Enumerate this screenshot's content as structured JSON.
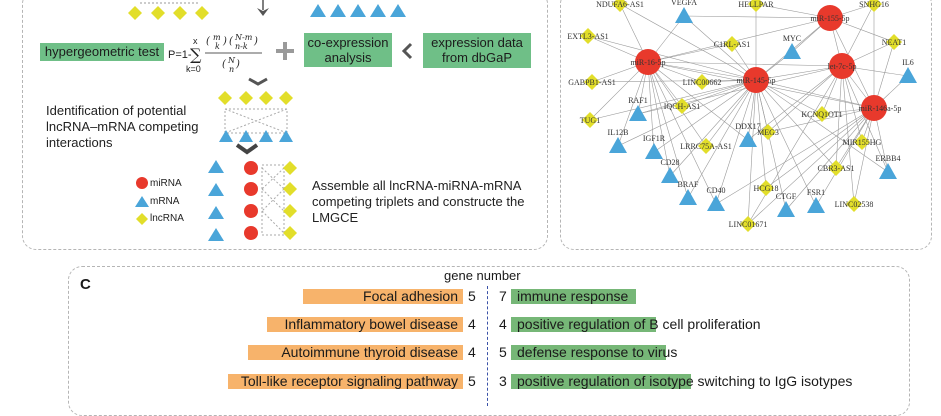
{
  "panel_a": {
    "hyper_test_label": "hypergeometric test",
    "formula_prefix": "P=1-",
    "formula_sum_top": "x",
    "formula_sum_bottom": "k=0",
    "formula_terms": "(m k)(N-m n-k) / (N n)",
    "coexpression_label": "co-expression analysis",
    "expression_label": "expression data from dbGaP",
    "identification_text": "Identification of potential lncRNA–mRNA competing interactions",
    "assemble_text": "Assemble all lncRNA-miRNA-mRNA competing triplets and constructe the LMGCE",
    "legend": {
      "mirna": "miRNA",
      "mrna": "mRNA",
      "lncrna": "lncRNA"
    },
    "colors": {
      "mirna": "#e8392c",
      "mrna": "#4aa5d9",
      "lncrna": "#e2de2a",
      "green_box": "#6fbf87"
    }
  },
  "panel_b": {
    "nodes": {
      "mirna": [
        "miR-16-5p",
        "miR-145-5p",
        "miR-155-5p",
        "let-7c-5p",
        "miR-146a-5p"
      ],
      "mrna": [
        "VEGFA",
        "MYC",
        "IL6",
        "RAF1",
        "IL12B",
        "IGF1R",
        "DDX17",
        "CD28",
        "BRAF",
        "CD40",
        "CTGF",
        "FSR1",
        "ERBB4"
      ],
      "lncrna": [
        "NDUFA6-AS1",
        "HELLPAR",
        "SNHG16",
        "EXTL3-AS1",
        "C1RL-AS1",
        "NEAT1",
        "GABPB1-AS1",
        "LINC00662",
        "KCNQ1OT1",
        "IQCH-AS1",
        "TUG1",
        "MEG3",
        "LRRC75A-AS1",
        "MIR155HG",
        "CBR3-AS1",
        "HCG18",
        "LINC02538",
        "LINC01671"
      ]
    }
  },
  "panel_c": {
    "panel_letter": "C",
    "header": "gene number",
    "left_rows": [
      {
        "term": "Focal adhesion",
        "count": "5"
      },
      {
        "term": "Inflammatory bowel disease",
        "count": "4"
      },
      {
        "term": "Autoimmune thyroid disease",
        "count": "4"
      },
      {
        "term": "Toll-like receptor signaling pathway",
        "count": "5"
      }
    ],
    "right_rows": [
      {
        "term": "immune response",
        "count": "7"
      },
      {
        "term": "positive regulation of B cell proliferation",
        "count": "4"
      },
      {
        "term": "defense response to virus",
        "count": "5"
      },
      {
        "term": "positive regulation of isotype switching to IgG isotypes",
        "count": "3"
      }
    ]
  }
}
